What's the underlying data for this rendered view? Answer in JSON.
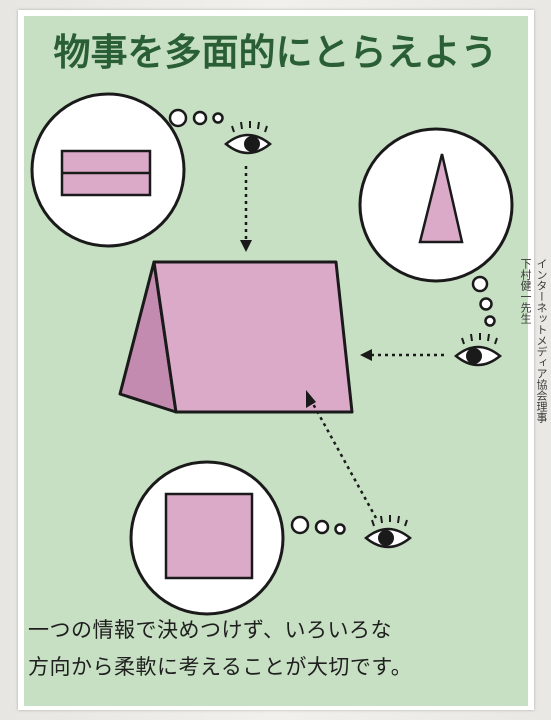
{
  "poster": {
    "title": "物事を多面的にとらえよう",
    "caption_line1": "一つの情報で決めつけず、いろいろな",
    "caption_line2": "方向から柔軟に考えることが大切です。",
    "credit_affiliation": "インターネットメディア協会理事",
    "credit_name": "下村健一先生"
  },
  "diagram": {
    "views": [
      {
        "from": "top",
        "shape": "rectangle-with-line"
      },
      {
        "from": "side",
        "shape": "triangle"
      },
      {
        "from": "front",
        "shape": "square"
      }
    ]
  },
  "colors": {
    "panel": "#c7e0c3",
    "title": "#2a5e35",
    "shape_fill": "#dcaac9",
    "shape_dark": "#c48bb0",
    "outline": "#1a1a1a"
  }
}
